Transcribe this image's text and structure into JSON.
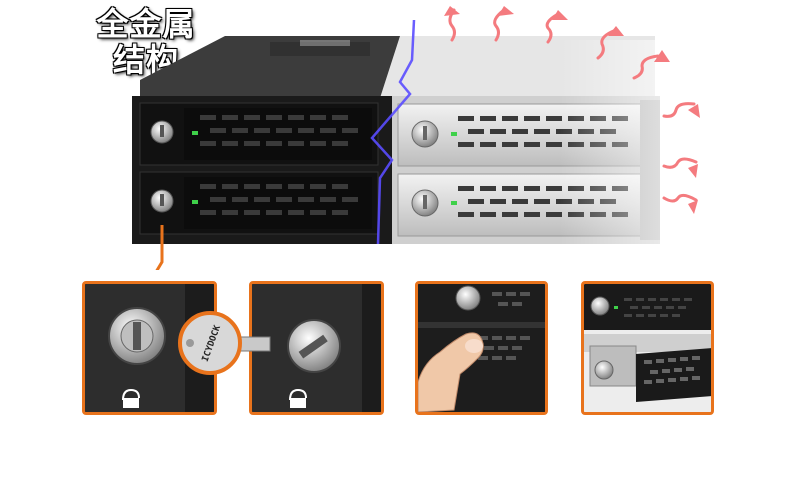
{
  "headline": {
    "line1": "全金属",
    "line2": "结构"
  },
  "key_brand": "ICYDOCK",
  "colors": {
    "frame_accent": "#e8731c",
    "heat_arrow": "#f47b7f",
    "led_green": "#3fd14a",
    "split_glow": "#5a4cff"
  }
}
